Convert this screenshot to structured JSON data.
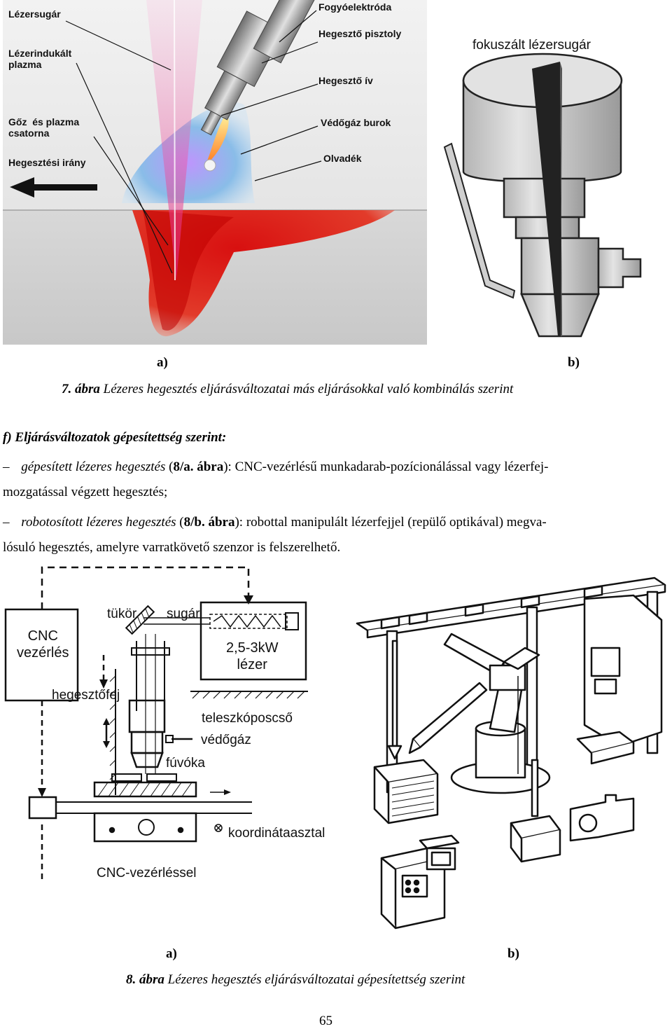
{
  "figure7": {
    "photo_labels": {
      "laser_beam": "Lézersugár",
      "plasma": "Lézerindukált\nplazma",
      "vapor_channel": "Gőz  és plazma\ncsatorna",
      "direction": "Hegesztési irány",
      "electrode": "Fogyóelektróda",
      "torch": "Hegesztő pisztoly",
      "arc": "Hegesztő ív",
      "shield": "Védőgáz burok",
      "melt": "Olvadék"
    },
    "focused_beam_label": "fokuszált lézersugár",
    "sub_a": "a)",
    "sub_b": "b)",
    "caption_num": "7. ábra",
    "caption_text": " Lézeres hegesztés eljárásváltozatai más eljárásokkal való kombinálás szerint"
  },
  "section": {
    "heading": "f) Eljárásváltozatok gépesítettség szerint:",
    "item1_dash": "–",
    "item1_italic": "gépesített lézeres hegesztés",
    "item1_ref_open": " (",
    "item1_ref": "8/a. ábra",
    "item1_rest": "): CNC-vezérlésű munkadarab-pozícionálással vagy lézerfej-",
    "item1_line2": "mozgatással végzett hegesztés;",
    "item2_dash": "–",
    "item2_italic": "robotosított lézeres hegesztés",
    "item2_ref_open": " (",
    "item2_ref": "8/b. ábra",
    "item2_rest": "): robottal manipulált lézerfejjel (repülő optikával) megva-",
    "item2_line2": "lósuló hegesztés, amelyre varratkövető szenzor is felszerelhető."
  },
  "figure8": {
    "labels": {
      "cnc": "CNC\nvezérlés",
      "mirror": "tükör",
      "beam": "sugár",
      "laser": "2,5-3kW\nlézer",
      "head": "hegesztőfej",
      "telescope": "teleszkóposcső",
      "gas": "védőgáz",
      "nozzle": "fúvóka",
      "table": "koordinátaasztal",
      "cnc_with": "CNC-vezérléssel"
    },
    "sub_a": "a)",
    "sub_b": "b)",
    "caption_num": "8. ábra",
    "caption_text": " Lézeres hegesztés eljárásváltozatai gépesítettség szerint"
  },
  "page_number": "65"
}
